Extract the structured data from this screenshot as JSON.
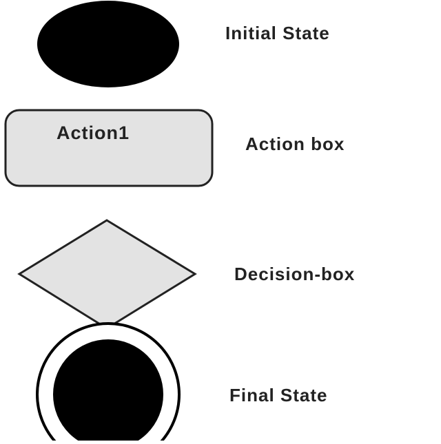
{
  "colors": {
    "background": "#ffffff",
    "fill_dark": "#000000",
    "fill_light": "#e3e3e3",
    "stroke": "#222222",
    "text": "#222222"
  },
  "items": [
    {
      "shape": "filled-ellipse",
      "label": "Initial State"
    },
    {
      "shape": "rounded-rectangle",
      "inner_text": "Action1",
      "label": "Action box"
    },
    {
      "shape": "diamond",
      "label": "Decision-box"
    },
    {
      "shape": "bullseye",
      "label": "Final State"
    }
  ]
}
